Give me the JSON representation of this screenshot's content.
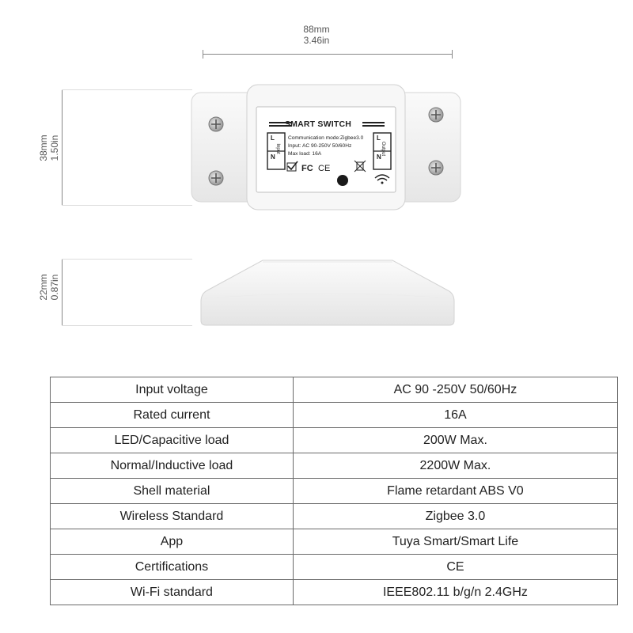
{
  "dimensions": {
    "width_mm": "88mm",
    "width_in": "3.46in",
    "height_mm": "38mm",
    "height_in": "1.50in",
    "depth_mm": "22mm",
    "depth_in": "0.87in"
  },
  "device_label": {
    "title": "SMART SWITCH",
    "communication": "Communication mode:Zigbee3.0",
    "input": "Input: AC 90-250V 50/60Hz",
    "max_load": "Max load: 16A",
    "left_L": "L",
    "left_N": "N",
    "left_side": "Input",
    "right_L": "L",
    "right_N": "N",
    "right_side": "Output",
    "fc_mark": "FC",
    "ce_mark": "CE"
  },
  "specs": [
    {
      "key": "Input voltage",
      "value": "AC 90 -250V 50/60Hz"
    },
    {
      "key": "Rated current",
      "value": "16A"
    },
    {
      "key": "LED/Capacitive load",
      "value": "200W Max."
    },
    {
      "key": "Normal/Inductive load",
      "value": "2200W Max."
    },
    {
      "key": "Shell material",
      "value": "Flame retardant ABS V0"
    },
    {
      "key": "Wireless Standard",
      "value": "Zigbee 3.0"
    },
    {
      "key": "App",
      "value": "Tuya Smart/Smart Life"
    },
    {
      "key": "Certifications",
      "value": "CE"
    },
    {
      "key": "Wi-Fi standard",
      "value": "IEEE802.11 b/g/n 2.4GHz"
    }
  ],
  "colors": {
    "shell": "#f4f4f4",
    "shell_shadow": "#d9d9d9",
    "label_border": "#222222",
    "table_border": "#6a6a6a"
  }
}
